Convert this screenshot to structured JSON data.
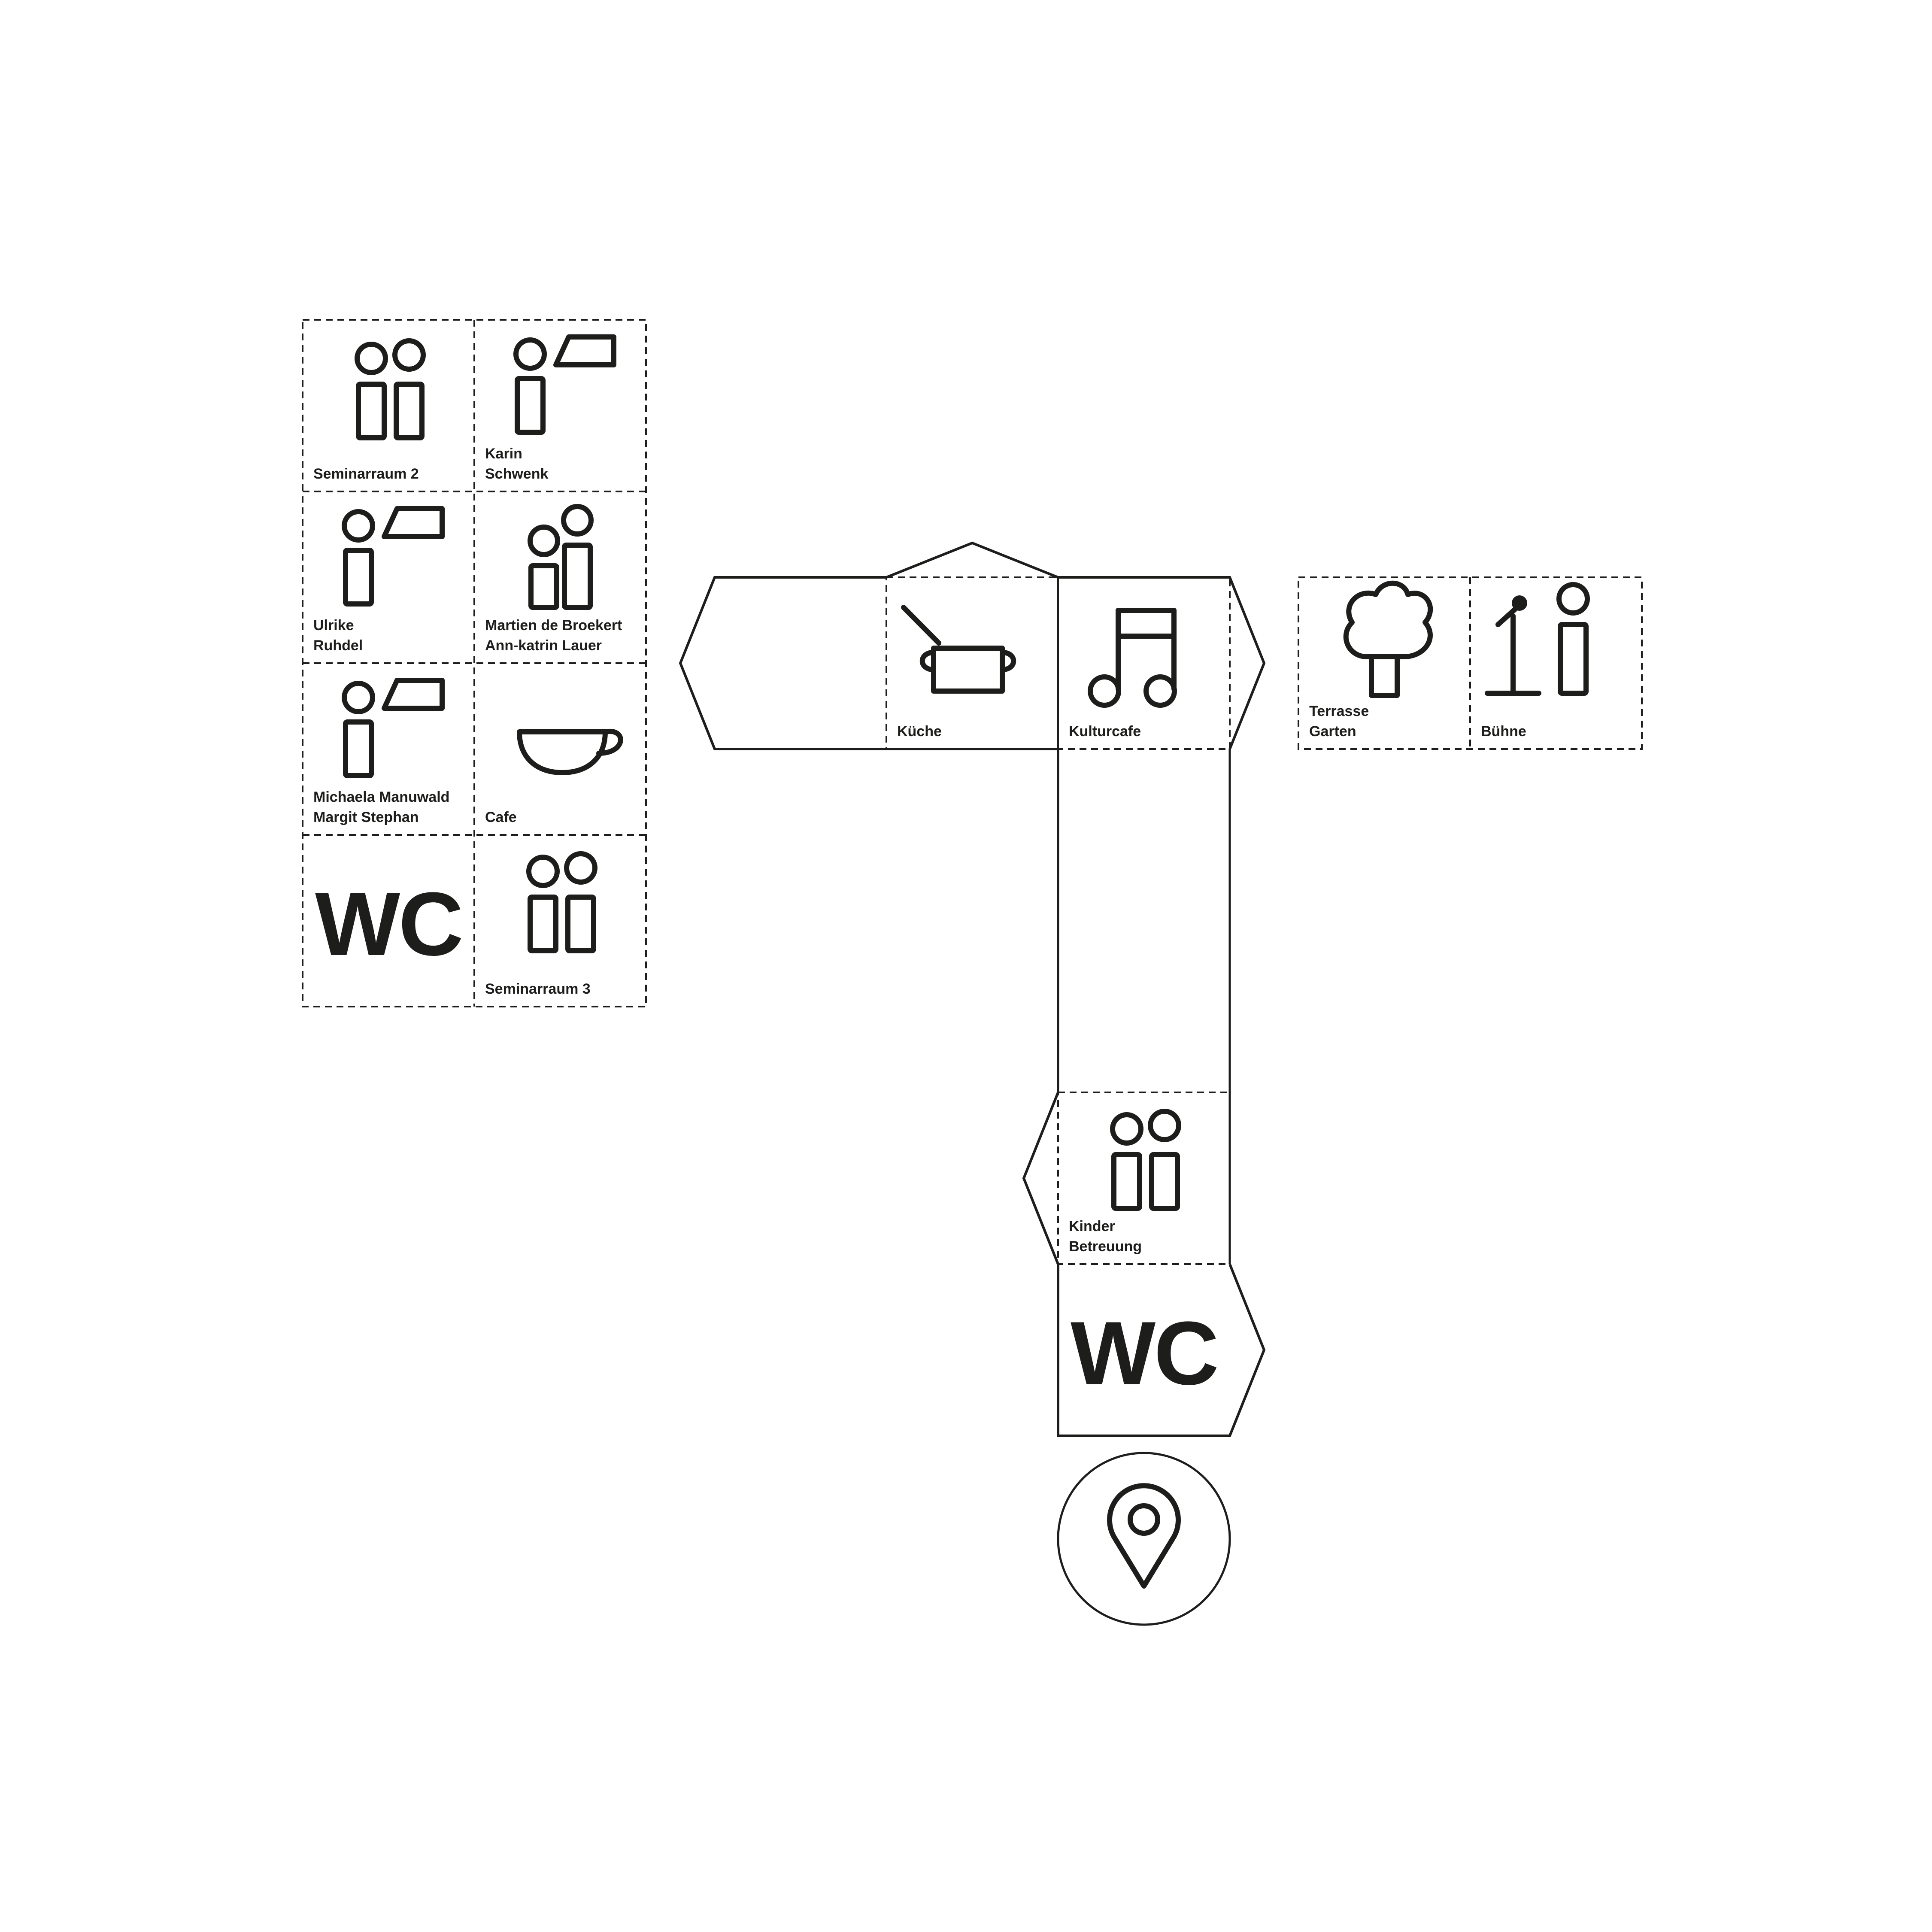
{
  "colors": {
    "ink": "#1d1d1b",
    "background": "#ffffff"
  },
  "legend": {
    "seminarraum2": {
      "icon": "two-persons-icon",
      "label": "Seminarraum 2"
    },
    "karin": {
      "icon": "speaker-icon",
      "line1": "Karin",
      "line2": "Schwenk"
    },
    "ulrike": {
      "icon": "speaker-icon",
      "line1": "Ulrike",
      "line2": "Ruhdel"
    },
    "martien": {
      "icon": "adult-child-icon",
      "line1": "Martien de Broekert",
      "line2": "Ann-katrin Lauer"
    },
    "michaela": {
      "icon": "speaker-icon",
      "line1": "Michaela Manuwald",
      "line2": "Margit Stephan"
    },
    "cafe": {
      "icon": "cup-icon",
      "label": "Cafe"
    },
    "wc": {
      "label": "WC"
    },
    "seminarraum3": {
      "icon": "two-persons-icon",
      "label": "Seminarraum 3"
    }
  },
  "plan": {
    "kueche": {
      "icon": "pot-icon",
      "label": "Küche"
    },
    "kulturcafe": {
      "icon": "music-note-icon",
      "label": "Kulturcafe"
    },
    "kinder": {
      "icon": "two-persons-icon",
      "line1": "Kinder",
      "line2": "Betreuung"
    },
    "wc": {
      "label": "WC"
    },
    "location": {
      "icon": "location-pin-icon"
    }
  },
  "outdoor": {
    "terrasse": {
      "icon": "tree-icon",
      "line1": "Terrasse",
      "line2": "Garten"
    },
    "buehne": {
      "icon": "microphone-person-icon",
      "label": "Bühne"
    }
  }
}
